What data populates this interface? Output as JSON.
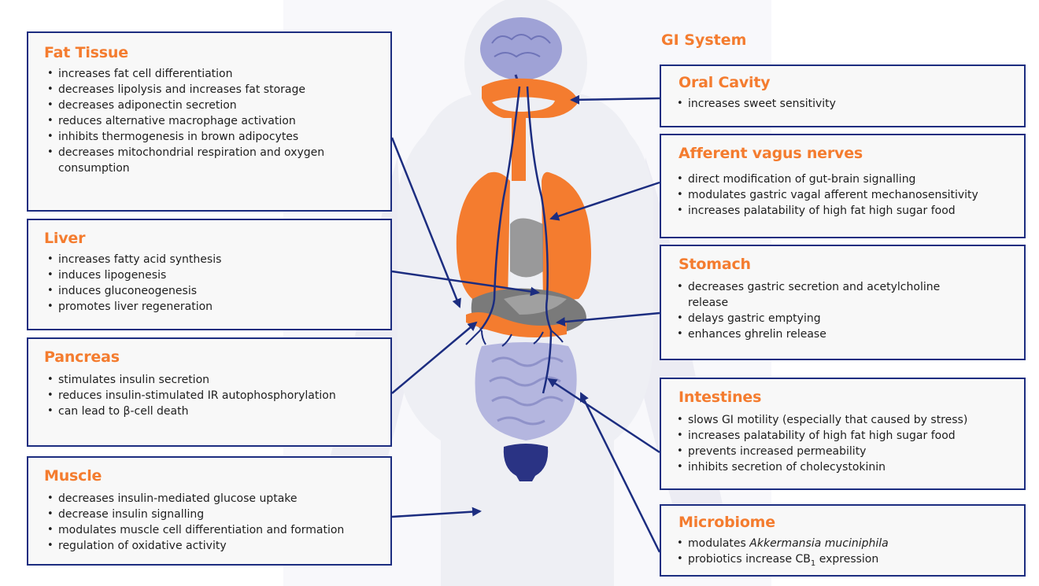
{
  "gi_title": "GI System",
  "colors": {
    "accent": "#f47c2f",
    "border": "#1c2d80",
    "arrow": "#1c2d80",
    "organ_orange": "#f47c2f",
    "organ_lavender": "#a9acd8",
    "silhouette": "#eeeff4"
  },
  "boxes": {
    "fat": {
      "title": "Fat Tissue",
      "items": [
        "increases fat cell differentiation",
        "decreases lipolysis and increases fat storage",
        "decreases adiponectin secretion",
        "reduces alternative macrophage activation",
        "inhibits thermogenesis in brown adipocytes",
        "decreases mitochondrial respiration and oxygen\nconsumption"
      ]
    },
    "liver": {
      "title": "Liver",
      "items": [
        "increases fatty acid synthesis",
        "induces lipogenesis",
        "induces gluconeogenesis",
        "promotes liver regeneration"
      ]
    },
    "pancreas": {
      "title": "Pancreas",
      "items": [
        "stimulates insulin secretion",
        "reduces insulin-stimulated IR autophosphorylation",
        "can lead to β-cell death"
      ]
    },
    "muscle": {
      "title": "Muscle",
      "items": [
        "decreases insulin-mediated glucose uptake",
        "decrease insulin signalling",
        "modulates muscle cell differentiation and formation",
        "regulation of oxidative activity"
      ]
    },
    "oral": {
      "title": "Oral Cavity",
      "items": [
        "increases sweet sensitivity"
      ]
    },
    "vagus": {
      "title": "Afferent vagus nerves",
      "items": [
        "direct modification of gut-brain signalling",
        "modulates gastric vagal afferent mechanosensitivity",
        "increases palatability of high fat high sugar food"
      ]
    },
    "stomach": {
      "title": "Stomach",
      "items": [
        "decreases gastric secretion and acetylcholine\nrelease",
        "delays gastric emptying",
        "enhances ghrelin release"
      ]
    },
    "intestines": {
      "title": "Intestines",
      "items": [
        "slows GI motility (especially that caused by stress)",
        "increases palatability of high fat high sugar food",
        "prevents increased permeability",
        "inhibits secretion of cholecystokinin"
      ]
    },
    "microbiome": {
      "title": "Microbiome",
      "item1_prefix": "modulates ",
      "item1_italic": "Akkermansia muciniphila",
      "item2_prefix": "probiotics increase CB",
      "item2_sub": "1",
      "item2_suffix": " expression"
    }
  }
}
